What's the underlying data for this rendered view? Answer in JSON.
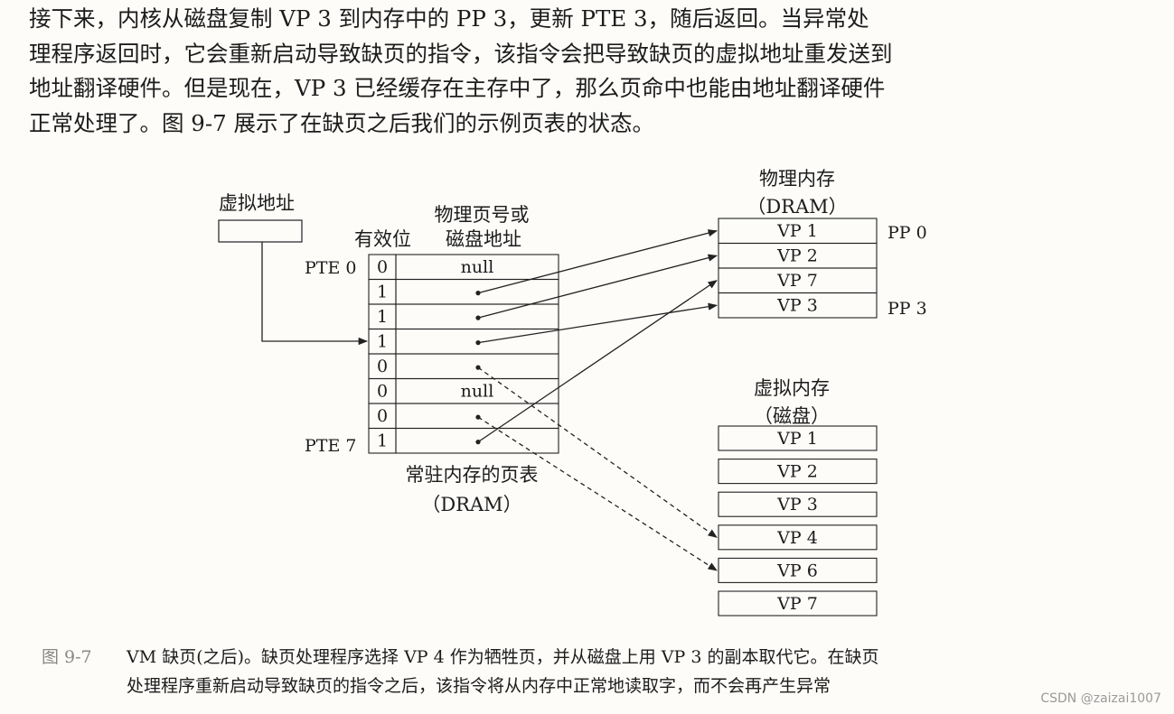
{
  "paragraph": {
    "lines": [
      "接下来，内核从磁盘复制 VP 3 到内存中的 PP 3，更新 PTE 3，随后返回。当异常处",
      "理程序返回时，它会重新启动导致缺页的指令，该指令会把导致缺页的虚拟地址重发送到",
      "地址翻译硬件。但是现在，VP 3 已经缓存在主存中了，那么页命中也能由地址翻译硬件",
      "正常处理了。图 9-7 展示了在缺页之后我们的示例页表的状态。"
    ]
  },
  "figure": {
    "virtual_address_label": "虚拟地址",
    "valid_bit_header": "有效位",
    "ppn_header_line1": "物理页号或",
    "ppn_header_line2": "磁盘地址",
    "pte0_label": "PTE 0",
    "pte7_label": "PTE 7",
    "page_table_title": "常驻内存的页表",
    "page_table_subtitle": "（DRAM）",
    "page_table_rows": [
      {
        "valid": "0",
        "entry": "null"
      },
      {
        "valid": "1",
        "entry": "",
        "pointer": "VP 1"
      },
      {
        "valid": "1",
        "entry": "",
        "pointer": "VP 2"
      },
      {
        "valid": "1",
        "entry": "",
        "pointer": "VP 3"
      },
      {
        "valid": "0",
        "entry": "",
        "pointer": "disk VP 4"
      },
      {
        "valid": "0",
        "entry": "null"
      },
      {
        "valid": "0",
        "entry": "",
        "pointer": "disk VP 6"
      },
      {
        "valid": "1",
        "entry": "",
        "pointer": "VP 7"
      }
    ],
    "physical_memory": {
      "title": "物理内存",
      "subtitle": "（DRAM）",
      "slots": [
        "VP 1",
        "VP 2",
        "VP 7",
        "VP 3"
      ],
      "pp0_label": "PP 0",
      "pp3_label": "PP 3"
    },
    "virtual_memory": {
      "title": "虚拟内存",
      "subtitle": "（磁盘）",
      "pages": [
        "VP 1",
        "VP 2",
        "VP 3",
        "VP 4",
        "VP 6",
        "VP 7"
      ]
    }
  },
  "caption": {
    "number": "图 9-7",
    "line1": "VM 缺页(之后)。缺页处理程序选择 VP 4 作为牺牲页，并从磁盘上用 VP 3 的副本取代它。在缺页",
    "line2": "处理程序重新启动导致缺页的指令之后，该指令将从内存中正常地读取字，而不会再产生异常"
  },
  "watermark": "CSDN @zaizai1007"
}
